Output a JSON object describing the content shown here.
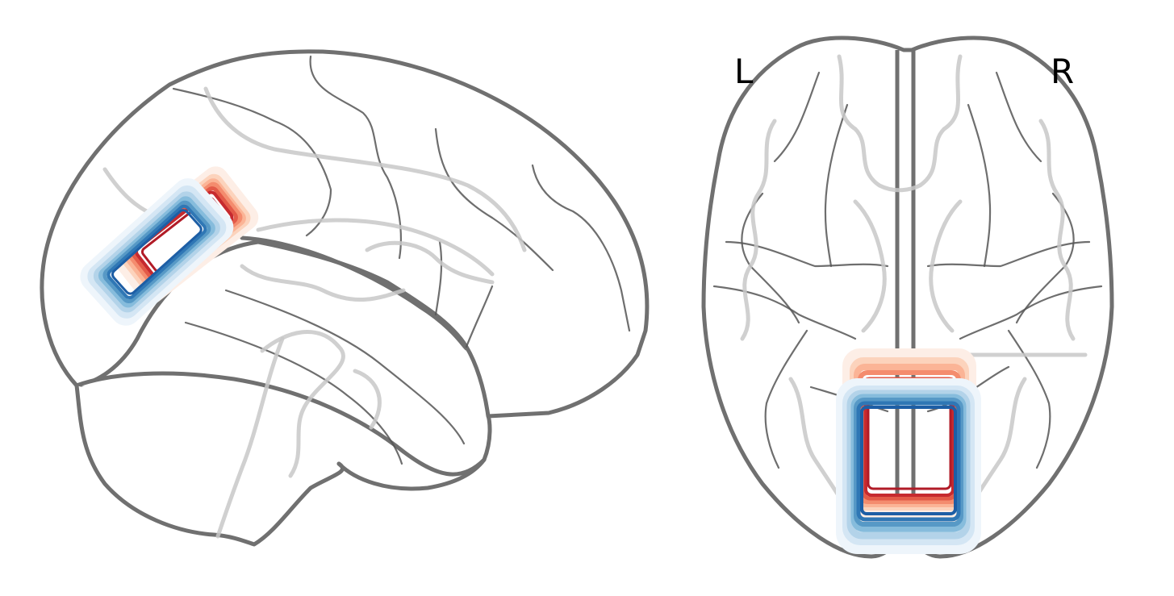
{
  "labels": {
    "left": "L",
    "right": "R"
  },
  "colors": {
    "outline": "#707070",
    "red_scale": [
      "#fdeee6",
      "#fcd3bc",
      "#fbb496",
      "#f48c6e",
      "#e35a48",
      "#c62a2f",
      "#b11b27"
    ],
    "blue_scale": [
      "#eef5fb",
      "#d4e6f4",
      "#b3d3e9",
      "#86bcdc",
      "#5799c6",
      "#2f77b5",
      "#1d5ea5"
    ]
  },
  "overlays": [
    {
      "name": "red-contours",
      "view": "sagittal-and-axial",
      "colormap": "Reds"
    },
    {
      "name": "blue-contours",
      "view": "sagittal-and-axial",
      "colormap": "Blues"
    }
  ]
}
